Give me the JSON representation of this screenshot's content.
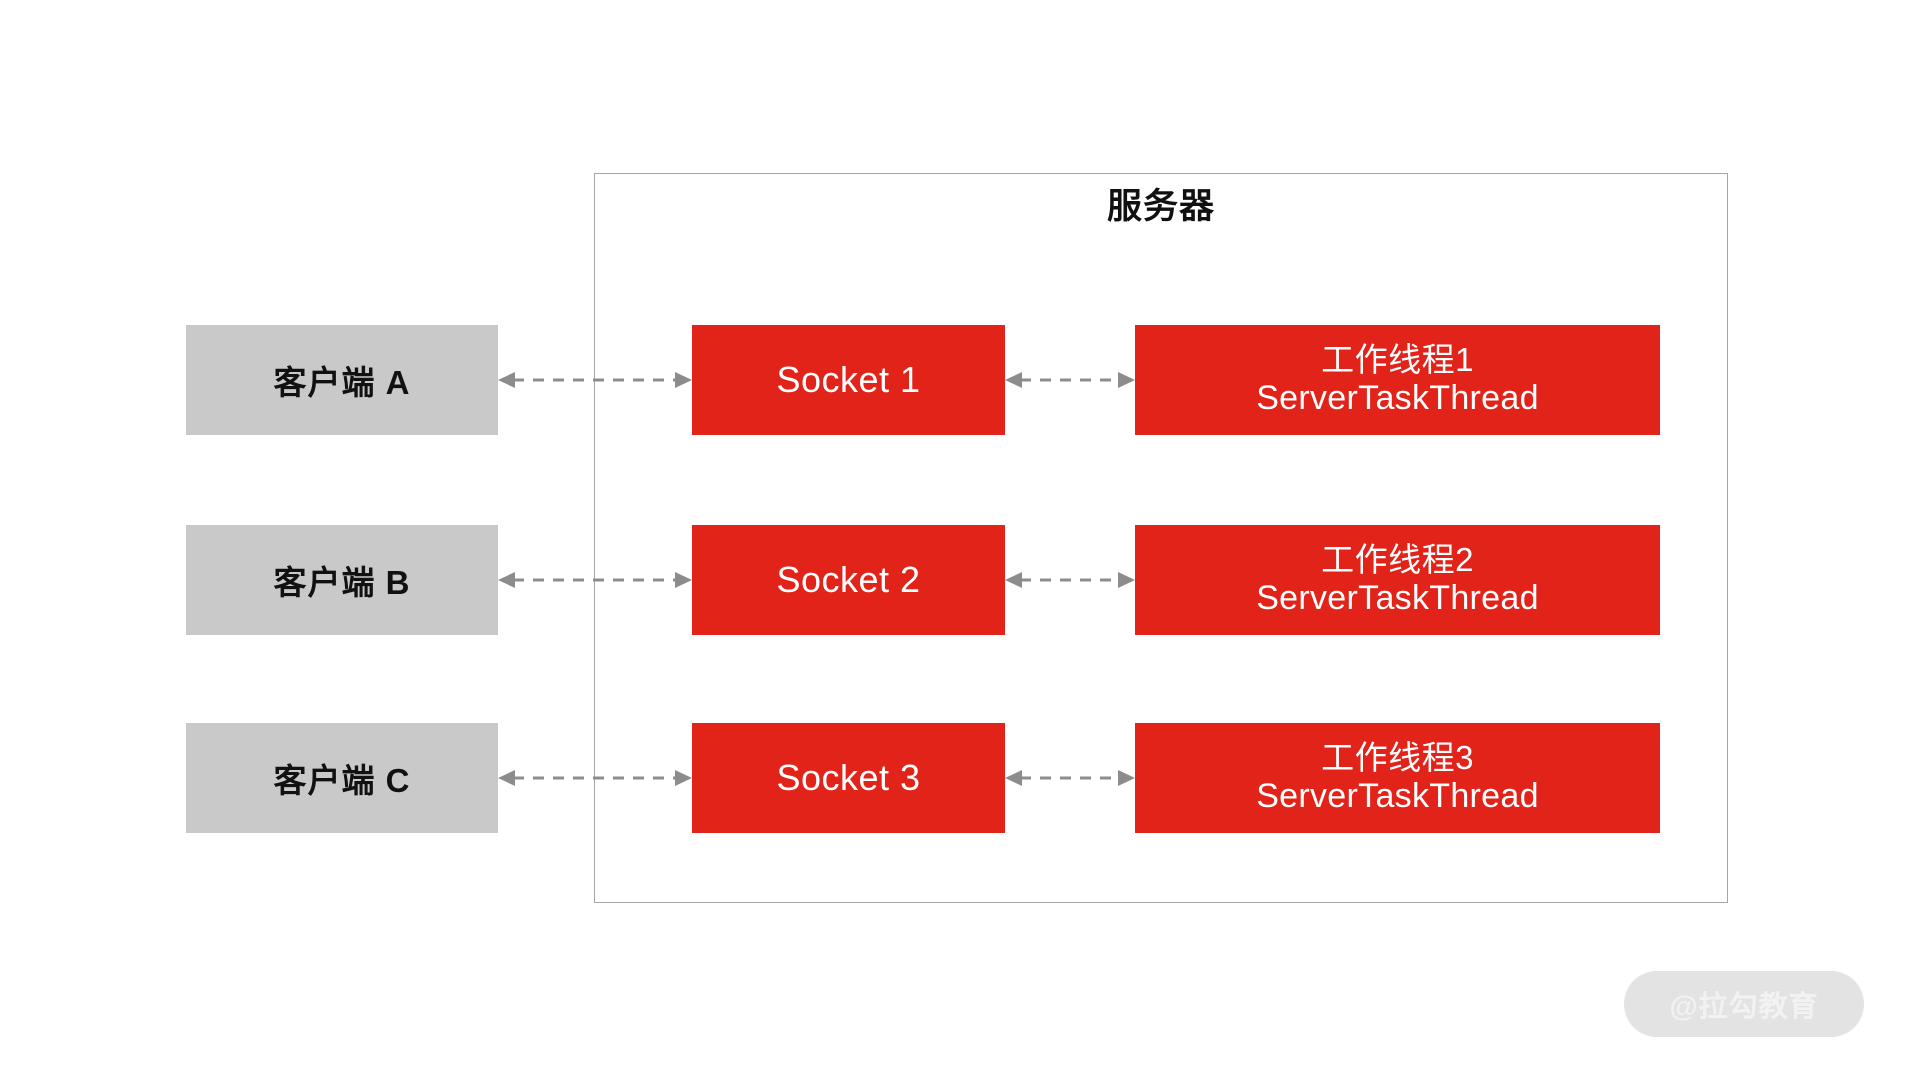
{
  "diagram": {
    "title": "服务器",
    "server_border_color": "#a6a6a6",
    "accent_red": "#e2231a",
    "client_gray": "#c9c9c9",
    "arrow_gray": "#8c8c8c",
    "rows": [
      {
        "client_label": "客户端 A",
        "socket_label": "Socket 1",
        "thread_line1": "工作线程1",
        "thread_line2": "ServerTaskThread"
      },
      {
        "client_label": "客户端 B",
        "socket_label": "Socket 2",
        "thread_line1": "工作线程2",
        "thread_line2": "ServerTaskThread"
      },
      {
        "client_label": "客户端 C",
        "socket_label": "Socket 3",
        "thread_line1": "工作线程3",
        "thread_line2": "ServerTaskThread"
      }
    ]
  },
  "watermark": {
    "text": "@拉勾教育"
  }
}
